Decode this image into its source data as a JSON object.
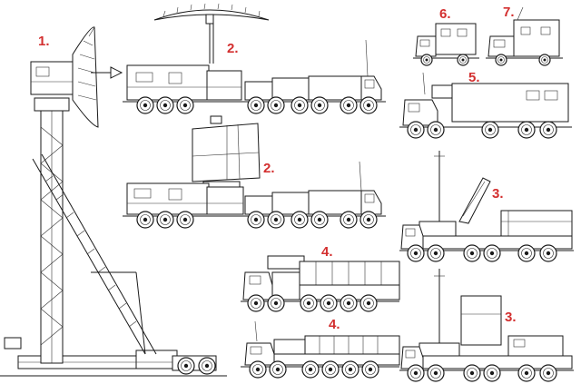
{
  "labels": {
    "l1": "1.",
    "l2a": "2.",
    "l2b": "2.",
    "l3a": "3.",
    "l3b": "3.",
    "l4a": "4.",
    "l4b": "4.",
    "l5": "5.",
    "l6": "6.",
    "l7": "7."
  },
  "colors": {
    "label": "#d32f2f",
    "ink": "#1a1a1a",
    "background": "#ffffff"
  },
  "drawings": [
    "vehicle-1-tower-radar",
    "vehicle-2a-radar-truck",
    "vehicle-2b-radar-truck",
    "vehicle-3a-radar-truck",
    "vehicle-3b-radar-truck",
    "vehicle-4a-launcher-truck",
    "vehicle-4b-launcher-truck",
    "vehicle-5-command-truck",
    "vehicle-6-small-truck",
    "vehicle-7-small-truck"
  ]
}
